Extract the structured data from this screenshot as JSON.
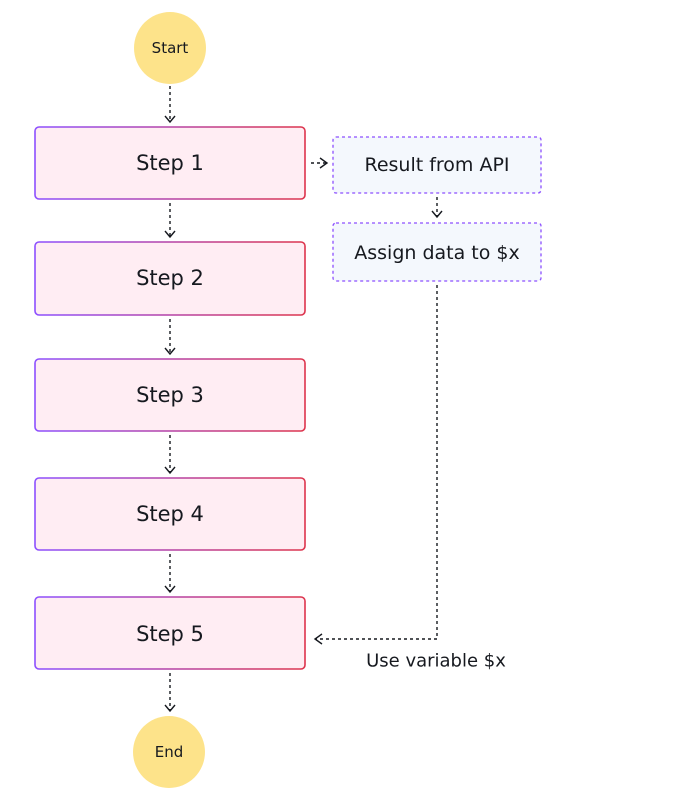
{
  "colors": {
    "step_fill": "#ffedf3",
    "step_border_gradient": [
      "#8c4fff",
      "#dd344c"
    ],
    "terminal_fill": "#fde38a",
    "side_fill": "#f4f8fd",
    "side_border": "#8c4fff",
    "text": "#16191f"
  },
  "nodes": {
    "start": "Start",
    "end": "End",
    "steps": [
      "Step 1",
      "Step 2",
      "Step 3",
      "Step 4",
      "Step 5"
    ],
    "api_result": "Result from API",
    "assign": "Assign data to $x"
  },
  "edges": {
    "use_variable": "Use variable $x"
  }
}
